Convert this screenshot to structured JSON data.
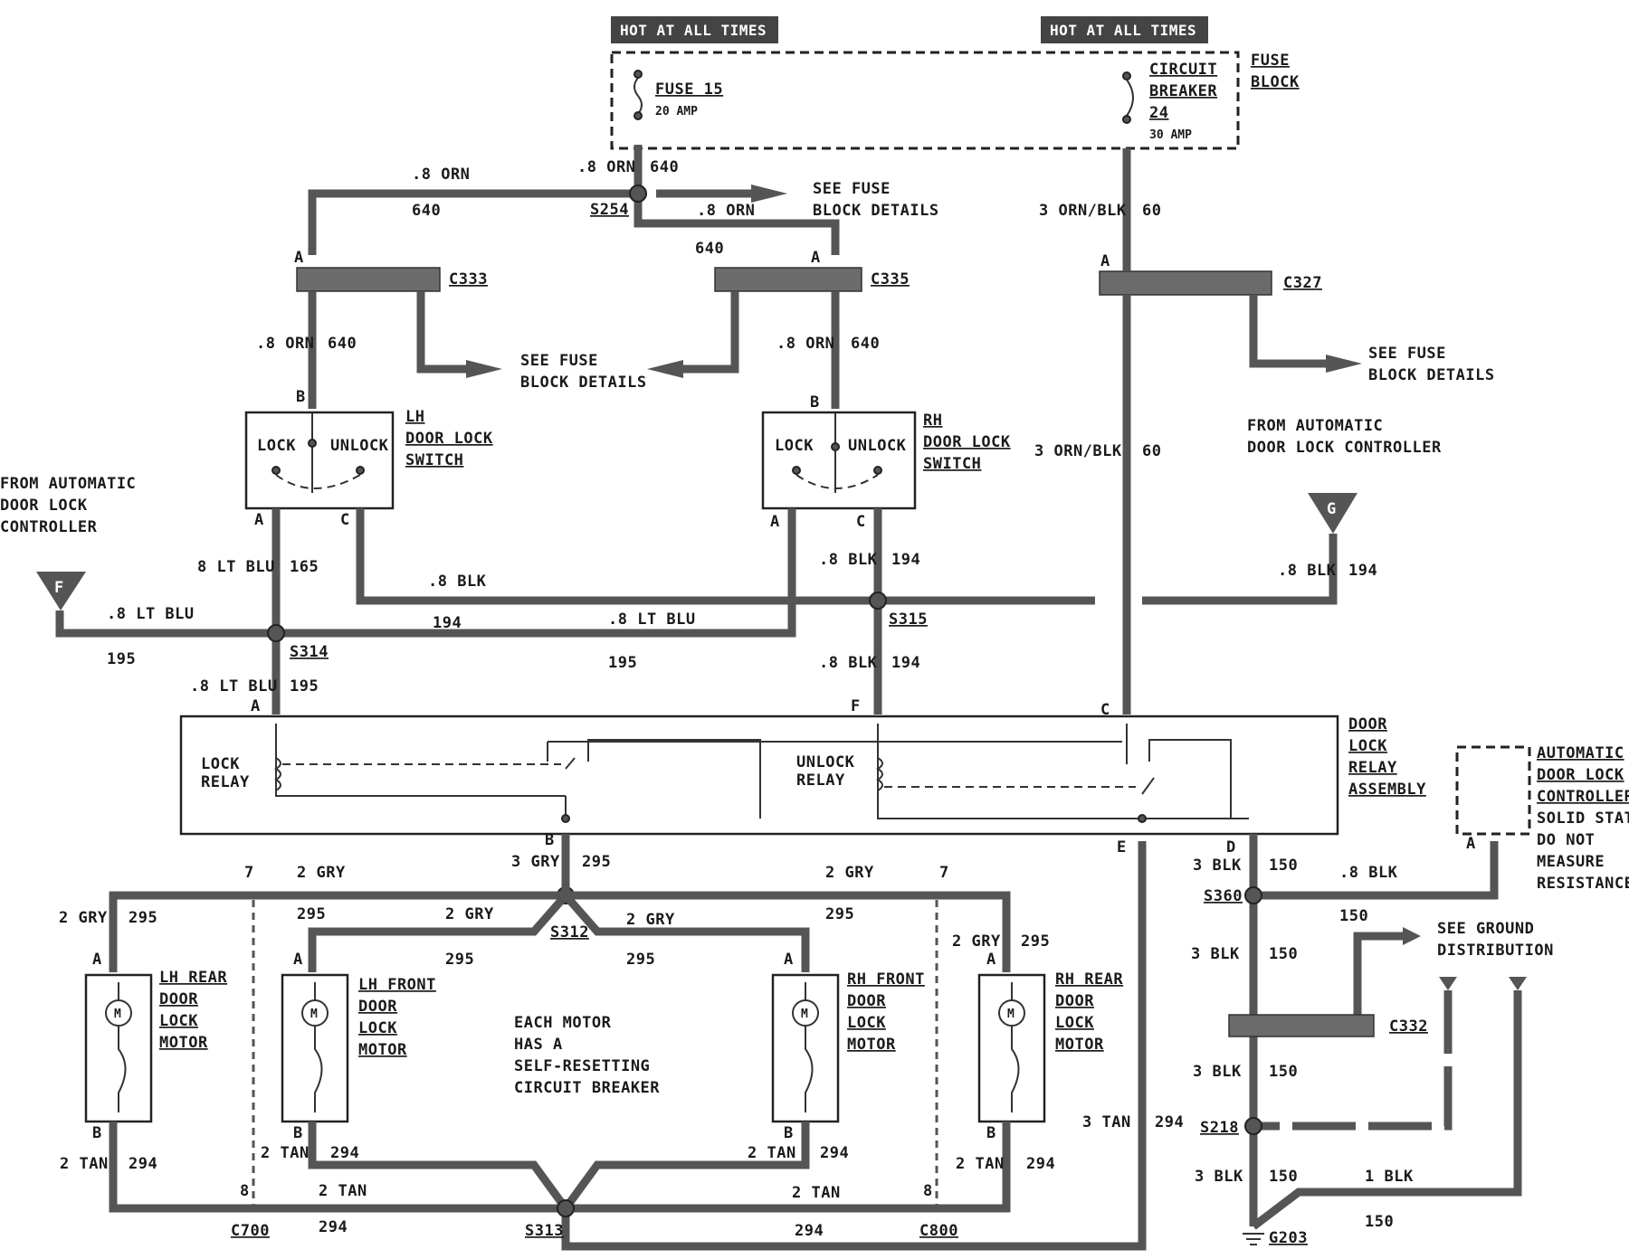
{
  "header": {
    "hot_left": "HOT AT ALL TIMES",
    "hot_right": "HOT AT ALL TIMES"
  },
  "fuse_block": {
    "label_line1": "FUSE",
    "label_line2": "BLOCK",
    "fuse_name": "FUSE 15",
    "fuse_rating": "20 AMP",
    "breaker_line1": "CIRCUIT",
    "breaker_line2": "BREAKER",
    "breaker_number": "24",
    "breaker_rating": "30 AMP"
  },
  "wires": {
    "w_08orn_top": ".8 ORN",
    "w_640_a": "640",
    "w_08orn_s254": ".8 ORN",
    "w_640_b": "640",
    "w_640_c": "640",
    "w_08orn_mid": ".8 ORN",
    "w_640_d": "640",
    "w_3ornblk_top": "3 ORN/BLK",
    "w_60_top": "60",
    "w_08orn_lh": ".8 ORN",
    "w_640_lh": "640",
    "w_08orn_rh": ".8 ORN",
    "w_640_rh": "640",
    "w_3ornblk_mid": "3 ORN/BLK",
    "w_60_mid": "60",
    "w_8ltblu": "8 LT BLU",
    "w_165": "165",
    "w_08blk_a": ".8 BLK",
    "w_194_a": "194",
    "w_08blk_rh": ".8 BLK",
    "w_194_rh": "194",
    "w_08blk_g": ".8 BLK",
    "w_194_g": "194",
    "w_08ltblu_f": ".8 LT BLU",
    "w_195_f": "195",
    "w_194_b": "194",
    "w_08ltblu_c": ".8 LT BLU",
    "w_195_c": "195",
    "w_08blk_s315": ".8 BLK",
    "w_194_s315": "194",
    "w_08ltblu_s314": ".8 LT BLU",
    "w_195_s314": "195",
    "w_3gry": "3 GRY",
    "w_295_b": "295",
    "w_2gry_l": "2 GRY",
    "w_2gry_r": "2 GRY",
    "w_2gry_lh_rear": "2 GRY",
    "w_295_lh_rear": "295",
    "w_295_mid_l": "295",
    "w_2gry_s312_l": "2 GRY",
    "w_2gry_s312_r": "2 GRY",
    "w_295_mid_r": "295",
    "w_295_lf": "295",
    "w_295_rf": "295",
    "w_2gry_rr": "2 GRY",
    "w_295_rr": "295",
    "w_3blk_d": "3 BLK",
    "w_150_d": "150",
    "w_08blk_ctrl": ".8 BLK",
    "w_150_s360": "150",
    "w_3blk_c332": "3 BLK",
    "w_150_c332": "150",
    "w_3blk_s218": "3 BLK",
    "w_150_s218": "150",
    "w_3blk_g203": "3 BLK",
    "w_150_g203": "150",
    "w_1blk": "1 BLK",
    "w_150_1blk": "150",
    "w_3tan": "3 TAN",
    "w_294_e": "294",
    "w_2tan_lr": "2 TAN",
    "w_294_lr": "294",
    "w_2tan_lf": "2 TAN",
    "w_294_lf": "294",
    "w_2tan_s313_l": "2 TAN",
    "w_294_s313_l": "294",
    "w_2tan_rf": "2 TAN",
    "w_294_rf": "294",
    "w_2tan_rr": "2 TAN",
    "w_294_rr": "294",
    "w_2tan_s313_r": "2 TAN",
    "w_294_bottom": "294",
    "w_294_c800": "294"
  },
  "splices": {
    "s254": "S254",
    "s314": "S314",
    "s315": "S315",
    "s312": "S312",
    "s313": "S313",
    "s360": "S360",
    "s218": "S218"
  },
  "connectors": {
    "c333": "C333",
    "c335": "C335",
    "c327": "C327",
    "c332": "C332",
    "c700": "C700",
    "c800": "C800",
    "g203": "G203"
  },
  "pins": {
    "a": "A",
    "b": "B",
    "c": "C",
    "d": "D",
    "e": "E",
    "f": "F",
    "seven": "7",
    "eight": "8"
  },
  "refs": {
    "see_fuse_1": "SEE FUSE",
    "block_details_1": "BLOCK DETAILS",
    "see_fuse_2": "SEE FUSE",
    "block_details_2": "BLOCK DETAILS",
    "see_fuse_3": "SEE FUSE",
    "block_details_3": "BLOCK DETAILS",
    "see_ground_1": "SEE GROUND",
    "see_ground_2": "DISTRIBUTION"
  },
  "switches": {
    "lh_1": "LH",
    "lh_2": "DOOR LOCK",
    "lh_3": "SWITCH",
    "rh_1": "RH",
    "rh_2": "DOOR LOCK",
    "rh_3": "SWITCH",
    "lock": "LOCK",
    "unlock": "UNLOCK"
  },
  "from_controller": {
    "left_1": "FROM AUTOMATIC",
    "left_2": "DOOR LOCK",
    "left_3": "CONTROLLER",
    "right_1": "FROM AUTOMATIC",
    "right_2": "DOOR LOCK CONTROLLER",
    "flag_f": "F",
    "flag_g": "G"
  },
  "relay_assembly": {
    "lock_1": "LOCK",
    "lock_2": "RELAY",
    "unlock_1": "UNLOCK",
    "unlock_2": "RELAY",
    "title_1": "DOOR",
    "title_2": "LOCK",
    "title_3": "RELAY",
    "title_4": "ASSEMBLY"
  },
  "controller": {
    "line1": "AUTOMATIC",
    "line2": "DOOR LOCK",
    "line3": "CONTROLLER",
    "line4": "SOLID STATE",
    "line5": "DO NOT",
    "line6": "MEASURE",
    "line7": "RESISTANCE"
  },
  "motors": {
    "m": "M",
    "lh_rear_1": "LH REAR",
    "lh_front_1": "LH FRONT",
    "rh_front_1": "RH FRONT",
    "rh_rear_1": "RH REAR",
    "door": "DOOR",
    "lock": "LOCK",
    "motor": "MOTOR"
  },
  "note": {
    "line1": "EACH MOTOR",
    "line2": "HAS A",
    "line3": "SELF-RESETTING",
    "line4": "CIRCUIT BREAKER"
  }
}
